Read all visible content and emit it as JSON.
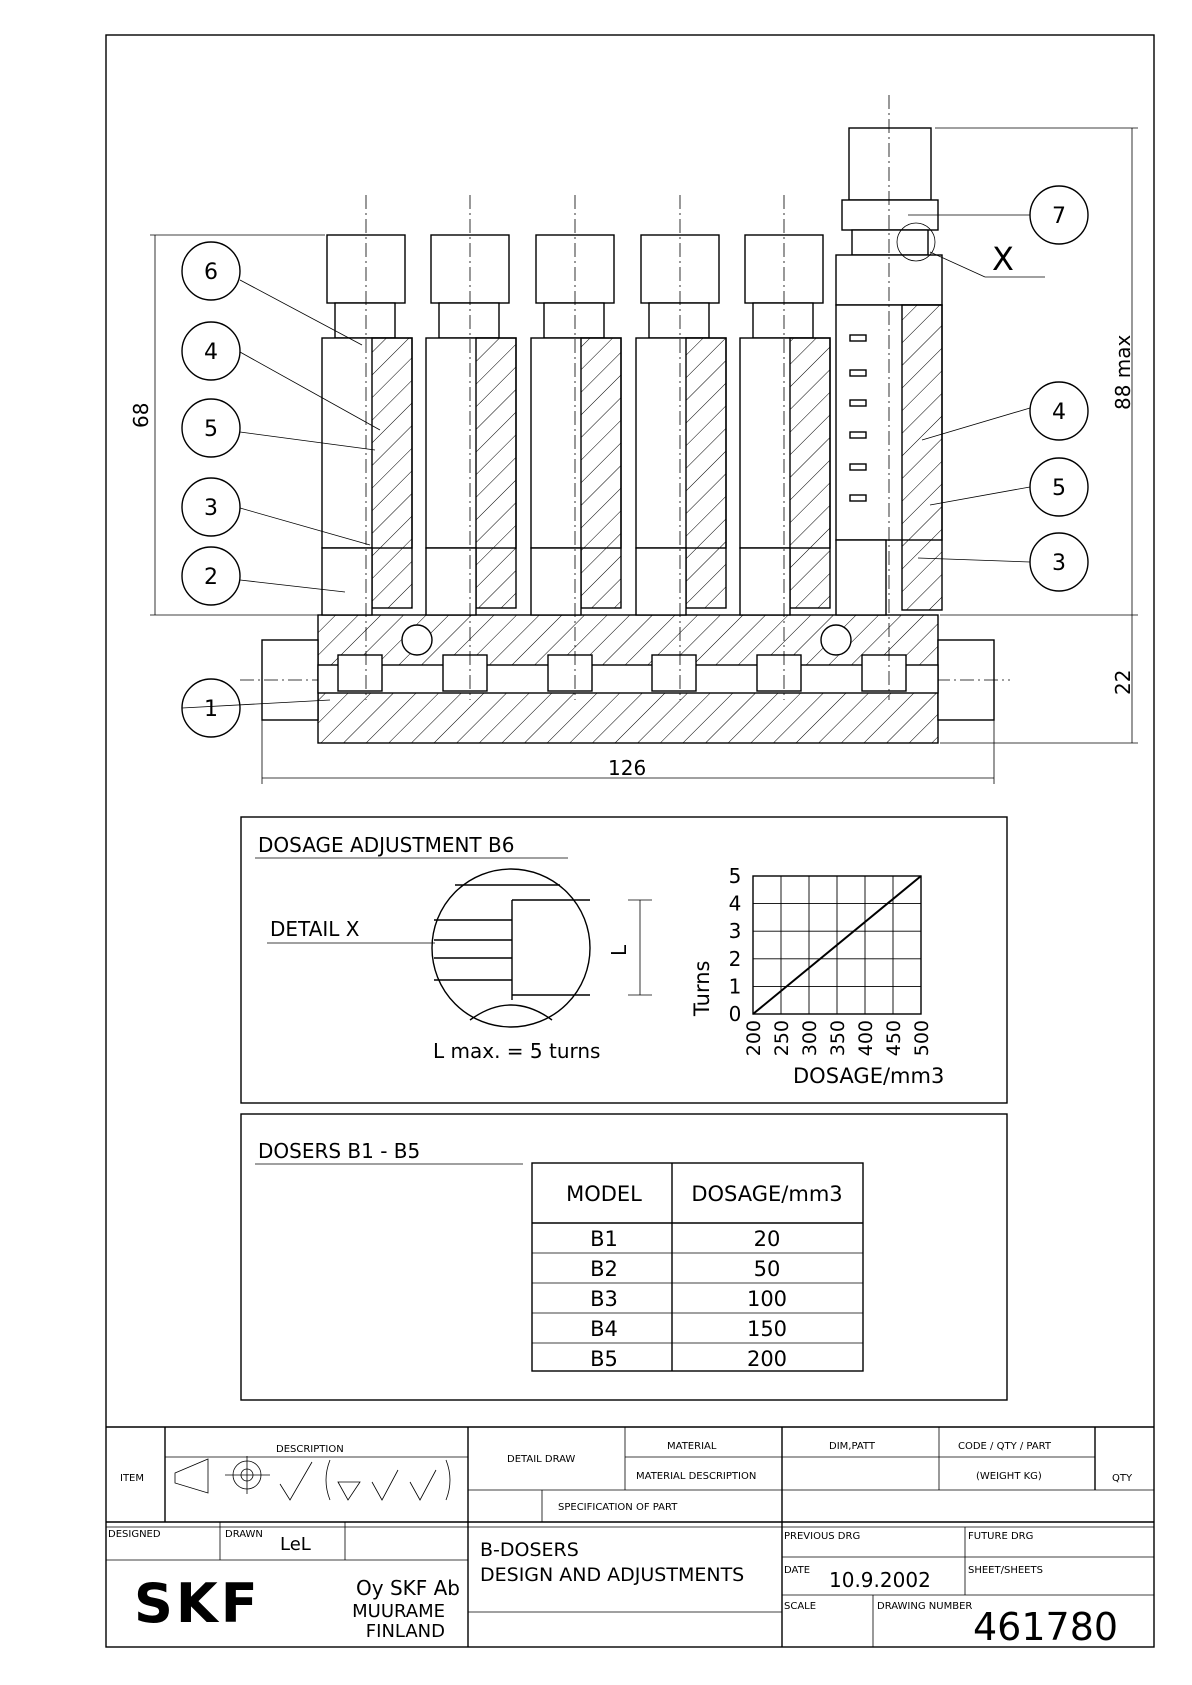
{
  "drawing": {
    "item_labels": [
      "1",
      "2",
      "3",
      "4",
      "5",
      "6",
      "7"
    ],
    "dimensions": {
      "width": "126",
      "height_left": "68",
      "height_right": "88 max",
      "base_height": "22"
    },
    "detail_marker": "X"
  },
  "dosage_panel": {
    "title": "DOSAGE ADJUSTMENT B6",
    "detail_label": "DETAIL X",
    "l_label": "L",
    "note": "L max. = 5 turns"
  },
  "chart_data": {
    "type": "line",
    "x": [
      200,
      500
    ],
    "series": [
      {
        "values": [
          0,
          5
        ]
      }
    ],
    "x_ticks": [
      "200",
      "250",
      "300",
      "350",
      "400",
      "450",
      "500"
    ],
    "y_ticks": [
      "0",
      "1",
      "2",
      "3",
      "4",
      "5"
    ],
    "xlabel": "DOSAGE/mm3",
    "ylabel": "Turns",
    "xlim": [
      200,
      500
    ],
    "ylim": [
      0,
      5
    ],
    "grid": true
  },
  "dosers_panel": {
    "title": "DOSERS B1 - B5",
    "headers": [
      "MODEL",
      "DOSAGE/mm3"
    ],
    "rows": [
      [
        "B1",
        "20"
      ],
      [
        "B2",
        "50"
      ],
      [
        "B3",
        "100"
      ],
      [
        "B4",
        "150"
      ],
      [
        "B5",
        "200"
      ]
    ]
  },
  "title_block": {
    "item": "ITEM",
    "description": "DESCRIPTION",
    "detail_draw": "DETAIL DRAW",
    "material": "MATERIAL",
    "dim_patt": "DIM,PATT",
    "code_qty_part": "CODE / QTY / PART",
    "material_description": "MATERIAL DESCRIPTION",
    "weight": "(WEIGHT KG)",
    "qty": "QTY",
    "specification": "SPECIFICATION OF PART",
    "designed": "DESIGNED",
    "drawn": "DRAWN",
    "drawn_by": "LeL",
    "title_line1": "B-DOSERS",
    "title_line2": "DESIGN AND ADJUSTMENTS",
    "previous_drg": "PREVIOUS DRG",
    "future_drg": "FUTURE DRG",
    "date_label": "DATE",
    "date": "10.9.2002",
    "sheet_label": "SHEET/SHEETS",
    "scale_label": "SCALE",
    "drawing_number_label": "DRAWING NUMBER",
    "drawing_number": "461780",
    "logo": "SKF",
    "company_line1": "Oy SKF Ab",
    "company_line2": "MUURAME",
    "company_line3": "FINLAND"
  }
}
